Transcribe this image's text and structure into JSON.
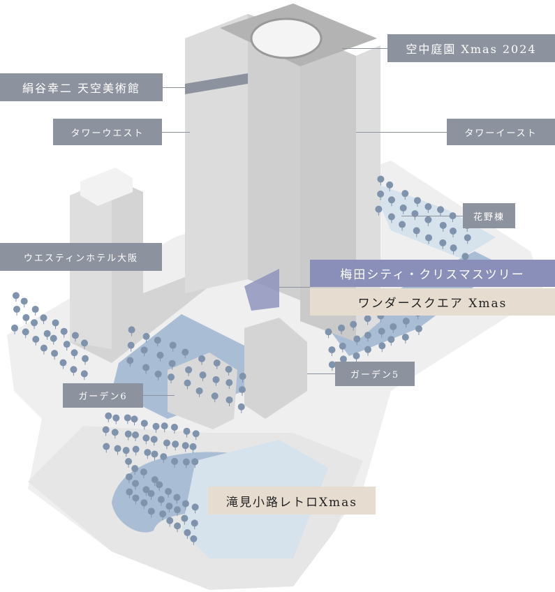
{
  "labels": {
    "sky_garden": "空中庭園 Xmas 2024",
    "museum": "絹谷幸二 天空美術館",
    "tower_west": "タワーウエスト",
    "tower_east": "タワーイースト",
    "hanano": "花野棟",
    "westin": "ウエスティンホテル大阪",
    "tree": "梅田シティ・クリスマスツリー",
    "wonder_square": "ワンダースクエア Xmas",
    "garden5": "ガーデン5",
    "garden6": "ガーデン6",
    "takimi": "滝見小路レトロXmas"
  },
  "colors": {
    "label_gray": "#8c929e",
    "label_purple": "#8a8fba",
    "label_beige": "#e6ddd0",
    "garden_blue": "#a9bdd4",
    "tree": "#7f93ad"
  }
}
